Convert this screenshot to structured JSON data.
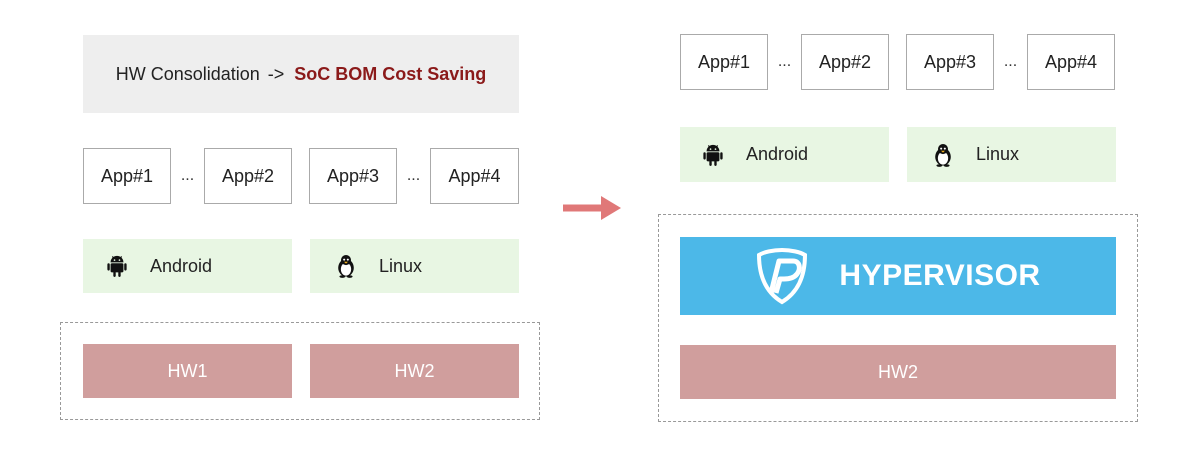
{
  "banner": {
    "prefix": "HW Consolidation",
    "arrow": "->",
    "highlight": "SoC BOM Cost Saving",
    "highlight_color": "#8b1a1a"
  },
  "left": {
    "apps": [
      "App#1",
      "App#2",
      "App#3",
      "App#4"
    ],
    "ellipsis": "...",
    "os": [
      {
        "name": "Android",
        "icon": "android-icon"
      },
      {
        "name": "Linux",
        "icon": "tux-penguin-icon"
      }
    ],
    "hardware": [
      "HW1",
      "HW2"
    ]
  },
  "right": {
    "apps": [
      "App#1",
      "App#2",
      "App#3",
      "App#4"
    ],
    "ellipsis": "...",
    "os": [
      {
        "name": "Android",
        "icon": "android-icon"
      },
      {
        "name": "Linux",
        "icon": "tux-penguin-icon"
      }
    ],
    "hypervisor": {
      "label": "HYPERVISOR",
      "icon": "shield-logo-icon",
      "color": "#4cb8e8"
    },
    "hardware": [
      "HW2"
    ]
  },
  "colors": {
    "os_bg": "#e8f6e3",
    "hw_bg": "#d09e9d",
    "banner_bg": "#eeeeee",
    "flow_arrow": "#e07878"
  }
}
